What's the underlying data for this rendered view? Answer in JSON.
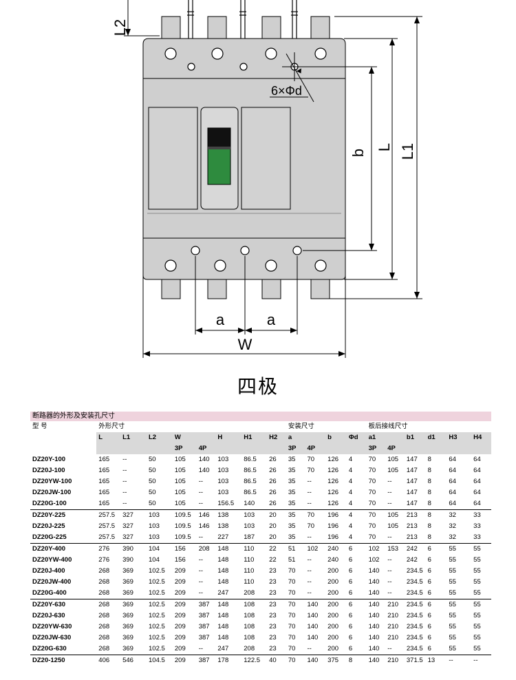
{
  "drawing": {
    "labels": {
      "L2": "L2",
      "holes": "6×Φd",
      "b": "b",
      "L": "L",
      "L1": "L1",
      "a_left": "a",
      "a_right": "a",
      "W": "W"
    },
    "caption": "四极"
  },
  "table": {
    "title": "断路器的外形及安装孔尺寸",
    "groups": {
      "model": "型 号",
      "outline": "外形尺寸",
      "mount": "安装尺寸",
      "back": "板后接线尺寸"
    },
    "columns": [
      "L",
      "L1",
      "L2",
      "W",
      "",
      "H",
      "H1",
      "H2",
      "a",
      "",
      "b",
      "Φd",
      "a1",
      "",
      "b1",
      "d1",
      "H3",
      "H4"
    ],
    "subcolumns": {
      "w_3p": "3P",
      "w_4p": "4P",
      "a_3p": "3P",
      "a_4p": "4P",
      "a1_3p": "3P",
      "a1_4p": "4P"
    },
    "rows": [
      [
        "DZ20Y-100",
        "165",
        "--",
        "50",
        "105",
        "140",
        "103",
        "86.5",
        "26",
        "35",
        "70",
        "126",
        "4",
        "70",
        "105",
        "147",
        "8",
        "64",
        "64"
      ],
      [
        "DZ20J-100",
        "165",
        "--",
        "50",
        "105",
        "140",
        "103",
        "86.5",
        "26",
        "35",
        "70",
        "126",
        "4",
        "70",
        "105",
        "147",
        "8",
        "64",
        "64"
      ],
      [
        "DZ20YW-100",
        "165",
        "--",
        "50",
        "105",
        "--",
        "103",
        "86.5",
        "26",
        "35",
        "--",
        "126",
        "4",
        "70",
        "--",
        "147",
        "8",
        "64",
        "64"
      ],
      [
        "DZ20JW-100",
        "165",
        "--",
        "50",
        "105",
        "--",
        "103",
        "86.5",
        "26",
        "35",
        "--",
        "126",
        "4",
        "70",
        "--",
        "147",
        "8",
        "64",
        "64"
      ],
      [
        "DZ20G-100",
        "165",
        "--",
        "50",
        "105",
        "--",
        "156.5",
        "140",
        "26",
        "35",
        "--",
        "126",
        "4",
        "70",
        "--",
        "147",
        "8",
        "64",
        "64"
      ],
      [
        "DZ20Y-225",
        "257.5",
        "327",
        "103",
        "109.5",
        "146",
        "138",
        "103",
        "20",
        "35",
        "70",
        "196",
        "4",
        "70",
        "105",
        "213",
        "8",
        "32",
        "33"
      ],
      [
        "DZ20J-225",
        "257.5",
        "327",
        "103",
        "109.5",
        "146",
        "138",
        "103",
        "20",
        "35",
        "70",
        "196",
        "4",
        "70",
        "105",
        "213",
        "8",
        "32",
        "33"
      ],
      [
        "DZ20G-225",
        "257.5",
        "327",
        "103",
        "109.5",
        "--",
        "227",
        "187",
        "20",
        "35",
        "--",
        "196",
        "4",
        "70",
        "--",
        "213",
        "8",
        "32",
        "33"
      ],
      [
        "DZ20Y-400",
        "276",
        "390",
        "104",
        "156",
        "208",
        "148",
        "110",
        "22",
        "51",
        "102",
        "240",
        "6",
        "102",
        "153",
        "242",
        "6",
        "55",
        "55"
      ],
      [
        "DZ20YW-400",
        "276",
        "390",
        "104",
        "156",
        "--",
        "148",
        "110",
        "22",
        "51",
        "--",
        "240",
        "6",
        "102",
        "--",
        "242",
        "6",
        "55",
        "55"
      ],
      [
        "DZ20J-400",
        "268",
        "369",
        "102.5",
        "209",
        "--",
        "148",
        "110",
        "23",
        "70",
        "--",
        "200",
        "6",
        "140",
        "--",
        "234.5",
        "6",
        "55",
        "55"
      ],
      [
        "DZ20JW-400",
        "268",
        "369",
        "102.5",
        "209",
        "--",
        "148",
        "110",
        "23",
        "70",
        "--",
        "200",
        "6",
        "140",
        "--",
        "234.5",
        "6",
        "55",
        "55"
      ],
      [
        "DZ20G-400",
        "268",
        "369",
        "102.5",
        "209",
        "--",
        "247",
        "208",
        "23",
        "70",
        "--",
        "200",
        "6",
        "140",
        "--",
        "234.5",
        "6",
        "55",
        "55"
      ],
      [
        "DZ20Y-630",
        "268",
        "369",
        "102.5",
        "209",
        "387",
        "148",
        "108",
        "23",
        "70",
        "140",
        "200",
        "6",
        "140",
        "210",
        "234.5",
        "6",
        "55",
        "55"
      ],
      [
        "DZ20J-630",
        "268",
        "369",
        "102.5",
        "209",
        "387",
        "148",
        "108",
        "23",
        "70",
        "140",
        "200",
        "6",
        "140",
        "210",
        "234.5",
        "6",
        "55",
        "55"
      ],
      [
        "DZ20YW-630",
        "268",
        "369",
        "102.5",
        "209",
        "387",
        "148",
        "108",
        "23",
        "70",
        "140",
        "200",
        "6",
        "140",
        "210",
        "234.5",
        "6",
        "55",
        "55"
      ],
      [
        "DZ20JW-630",
        "268",
        "369",
        "102.5",
        "209",
        "387",
        "148",
        "108",
        "23",
        "70",
        "140",
        "200",
        "6",
        "140",
        "210",
        "234.5",
        "6",
        "55",
        "55"
      ],
      [
        "DZ20G-630",
        "268",
        "369",
        "102.5",
        "209",
        "--",
        "247",
        "208",
        "23",
        "70",
        "--",
        "200",
        "6",
        "140",
        "--",
        "234.5",
        "6",
        "55",
        "55"
      ],
      [
        "DZ20-1250",
        "406",
        "546",
        "104.5",
        "209",
        "387",
        "178",
        "122.5",
        "40",
        "70",
        "140",
        "375",
        "8",
        "140",
        "210",
        "371.5",
        "13",
        "--",
        "--"
      ]
    ],
    "separators_before": [
      5,
      8,
      13,
      18
    ],
    "colors": {
      "title_bg": "#efd3dd",
      "header_bg": "#d9d9d9",
      "breaker_body": "#cfcfcf",
      "handle_green": "#2e8b3e",
      "handle_black": "#111111"
    }
  }
}
